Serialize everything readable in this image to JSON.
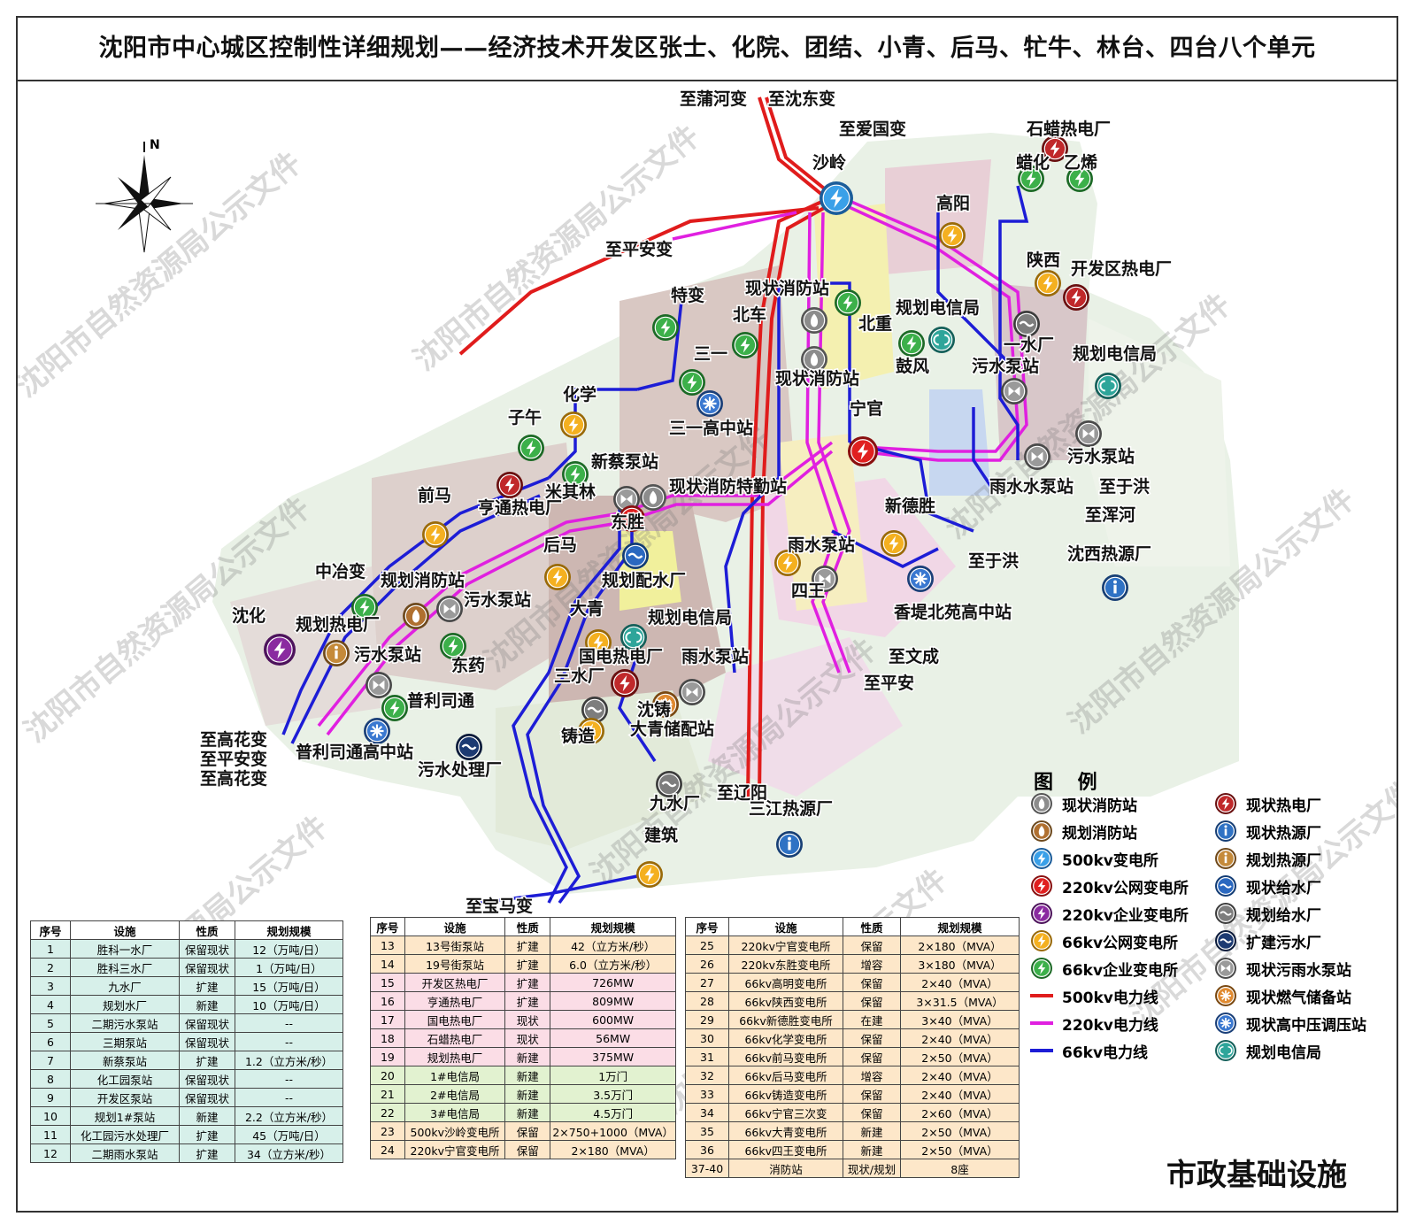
{
  "title": "沈阳市中心城区控制性详细规划——经济技术开发区张士、化院、团结、小青、后马、牤牛、林台、四台八个单元",
  "north": "N",
  "watermark": "沈阳市自然资源局公示文件",
  "bottom_title": "市政基础设施",
  "colors": {
    "line500": "#e01c1c",
    "line220": "#e020e0",
    "line66": "#1d1dd6"
  },
  "map_labels": [
    {
      "text": "至蒲河变"
    },
    {
      "text": "至沈东变"
    },
    {
      "text": "至爱国变"
    },
    {
      "text": "石蜡热电厂"
    },
    {
      "text": "沙岭"
    },
    {
      "text": "蜡化"
    },
    {
      "text": "乙烯"
    },
    {
      "text": "高阳"
    },
    {
      "text": "至平安变"
    },
    {
      "text": "陕西"
    },
    {
      "text": "开发区热电厂"
    },
    {
      "text": "现状消防站"
    },
    {
      "text": "特变"
    },
    {
      "text": "北车"
    },
    {
      "text": "北重"
    },
    {
      "text": "规划电信局"
    },
    {
      "text": "一水厂"
    },
    {
      "text": "三一"
    },
    {
      "text": "现状消防站"
    },
    {
      "text": "鼓风"
    },
    {
      "text": "污水泵站"
    },
    {
      "text": "规划电信局"
    },
    {
      "text": "化学"
    },
    {
      "text": "三一高中站"
    },
    {
      "text": "宁官"
    },
    {
      "text": "子午"
    },
    {
      "text": "污水泵站"
    },
    {
      "text": "新蔡泵站"
    },
    {
      "text": "米其林"
    },
    {
      "text": "现状消防特勤站"
    },
    {
      "text": "雨水水泵站"
    },
    {
      "text": "至于洪"
    },
    {
      "text": "至浑河"
    },
    {
      "text": "前马"
    },
    {
      "text": "亨通热电厂"
    },
    {
      "text": "东胜"
    },
    {
      "text": "新德胜"
    },
    {
      "text": "后马"
    },
    {
      "text": "雨水泵站"
    },
    {
      "text": "至于洪"
    },
    {
      "text": "沈西热源厂"
    },
    {
      "text": "中冶变"
    },
    {
      "text": "规划消防站"
    },
    {
      "text": "规划配水厂"
    },
    {
      "text": "四王"
    },
    {
      "text": "污水泵站"
    },
    {
      "text": "香堤北苑高中站"
    },
    {
      "text": "沈化"
    },
    {
      "text": "规划热电厂"
    },
    {
      "text": "大青"
    },
    {
      "text": "规划电信局"
    },
    {
      "text": "污水泵站"
    },
    {
      "text": "东药"
    },
    {
      "text": "国电热电厂"
    },
    {
      "text": "雨水泵站"
    },
    {
      "text": "至文成"
    },
    {
      "text": "三水厂"
    },
    {
      "text": "至平安"
    },
    {
      "text": "普利司通"
    },
    {
      "text": "沈铸"
    },
    {
      "text": "至高花变"
    },
    {
      "text": "铸造"
    },
    {
      "text": "大青储配站"
    },
    {
      "text": "至平安变"
    },
    {
      "text": "普利司通高中站"
    },
    {
      "text": "至高花变"
    },
    {
      "text": "污水处理厂"
    },
    {
      "text": "至辽阳"
    },
    {
      "text": "九水厂"
    },
    {
      "text": "三江热源厂"
    },
    {
      "text": "建筑"
    },
    {
      "text": "至宝马变"
    }
  ],
  "table_headers": [
    "序号",
    "设施",
    "性质",
    "规划规模"
  ],
  "table1": [
    [
      "1",
      "胜科一水厂",
      "保留现状",
      "12（万吨/日）"
    ],
    [
      "2",
      "胜科三水厂",
      "保留现状",
      "1（万吨/日）"
    ],
    [
      "3",
      "九水厂",
      "扩建",
      "15（万吨/日）"
    ],
    [
      "4",
      "规划水厂",
      "新建",
      "10（万吨/日）"
    ],
    [
      "5",
      "二期污水泵站",
      "保留现状",
      "--"
    ],
    [
      "6",
      "三期泵站",
      "保留现状",
      "--"
    ],
    [
      "7",
      "新蔡泵站",
      "扩建",
      "1.2（立方米/秒）"
    ],
    [
      "8",
      "化工园泵站",
      "保留现状",
      "--"
    ],
    [
      "9",
      "开发区泵站",
      "保留现状",
      "--"
    ],
    [
      "10",
      "规划1#泵站",
      "新建",
      "2.2（立方米/秒）"
    ],
    [
      "11",
      "化工园污水处理厂",
      "扩建",
      "45（万吨/日）"
    ],
    [
      "12",
      "二期雨水泵站",
      "扩建",
      "34（立方米/秒）"
    ]
  ],
  "table2": [
    [
      "13",
      "13号街泵站",
      "扩建",
      "42（立方米/秒）"
    ],
    [
      "14",
      "19号街泵站",
      "扩建",
      "6.0（立方米/秒）"
    ],
    [
      "15",
      "开发区热电厂",
      "扩建",
      "726MW"
    ],
    [
      "16",
      "亨通热电厂",
      "扩建",
      "809MW"
    ],
    [
      "17",
      "国电热电厂",
      "现状",
      "600MW"
    ],
    [
      "18",
      "石蜡热电厂",
      "现状",
      "56MW"
    ],
    [
      "19",
      "规划热电厂",
      "新建",
      "375MW"
    ],
    [
      "20",
      "1#电信局",
      "新建",
      "1万门"
    ],
    [
      "21",
      "2#电信局",
      "新建",
      "3.5万门"
    ],
    [
      "22",
      "3#电信局",
      "新建",
      "4.5万门"
    ],
    [
      "23",
      "500kv沙岭变电所",
      "保留",
      "2×750+1000（MVA）"
    ],
    [
      "24",
      "220kv宁官变电所",
      "保留",
      "2×180（MVA）"
    ]
  ],
  "table3": [
    [
      "25",
      "220kv宁官变电所",
      "保留",
      "2×180（MVA）"
    ],
    [
      "26",
      "220kv东胜变电所",
      "增容",
      "3×180（MVA）"
    ],
    [
      "27",
      "66kv高明变电所",
      "保留",
      "2×40（MVA）"
    ],
    [
      "28",
      "66kv陕西变电所",
      "保留",
      "3×31.5（MVA）"
    ],
    [
      "29",
      "66kv新德胜变电所",
      "在建",
      "3×40（MVA）"
    ],
    [
      "30",
      "66kv化学变电所",
      "保留",
      "2×40（MVA）"
    ],
    [
      "31",
      "66kv前马变电所",
      "保留",
      "2×50（MVA）"
    ],
    [
      "32",
      "66kv后马变电所",
      "增容",
      "2×40（MVA）"
    ],
    [
      "33",
      "66kv铸造变电所",
      "保留",
      "2×40（MVA）"
    ],
    [
      "34",
      "66kv宁官三次变",
      "保留",
      "2×60（MVA）"
    ],
    [
      "35",
      "66kv大青变电所",
      "新建",
      "2×50（MVA）"
    ],
    [
      "36",
      "66kv四王变电所",
      "新建",
      "2×50（MVA）"
    ],
    [
      "37-40",
      "消防站",
      "现状/规划",
      "8座"
    ]
  ],
  "legend": {
    "title": "图 例",
    "left": [
      {
        "label": "现状消防站",
        "icon": "fire-station-icon"
      },
      {
        "label": "规划消防站",
        "icon": "planned-fire-station-icon"
      },
      {
        "label": "500kv变电所",
        "icon": "substation-500kv-icon"
      },
      {
        "label": "220kv公网变电所",
        "icon": "substation-220kv-public-icon"
      },
      {
        "label": "220kv企业变电所",
        "icon": "substation-220kv-enterprise-icon"
      },
      {
        "label": "66kv公网变电所",
        "icon": "substation-66kv-public-icon"
      },
      {
        "label": "66kv企业变电所",
        "icon": "substation-66kv-enterprise-icon"
      },
      {
        "label": "500kv电力线",
        "icon": "line-500kv-icon"
      },
      {
        "label": "220kv电力线",
        "icon": "line-220kv-icon"
      },
      {
        "label": "66kv电力线",
        "icon": "line-66kv-icon"
      }
    ],
    "right": [
      {
        "label": "现状热电厂",
        "icon": "thermal-plant-icon"
      },
      {
        "label": "现状热源厂",
        "icon": "heat-source-icon"
      },
      {
        "label": "规划热源厂",
        "icon": "planned-heat-source-icon"
      },
      {
        "label": "现状给水厂",
        "icon": "water-plant-icon"
      },
      {
        "label": "规划给水厂",
        "icon": "planned-water-plant-icon"
      },
      {
        "label": "扩建污水厂",
        "icon": "sewage-plant-icon"
      },
      {
        "label": "现状污雨水泵站",
        "icon": "pump-station-icon"
      },
      {
        "label": "现状燃气储备站",
        "icon": "gas-storage-icon"
      },
      {
        "label": "现状高中压调压站",
        "icon": "pressure-station-icon"
      },
      {
        "label": "规划电信局",
        "icon": "telecom-icon"
      }
    ]
  }
}
